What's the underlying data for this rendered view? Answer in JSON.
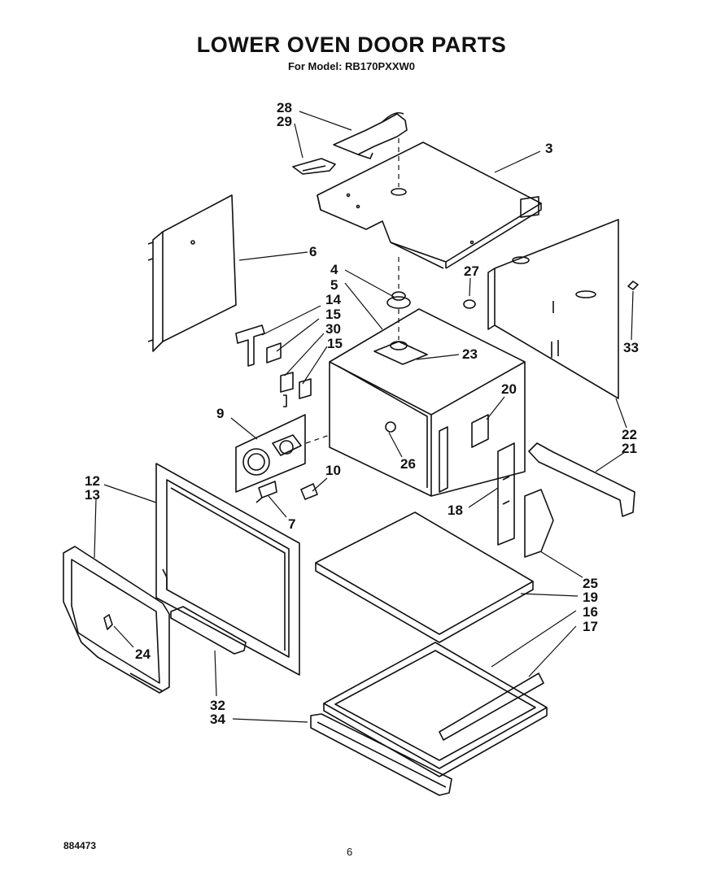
{
  "header": {
    "title": "LOWER OVEN DOOR PARTS",
    "subtitle": "For Model: RB170PXXW0"
  },
  "callouts": {
    "p28": "28",
    "p29": "29",
    "p3": "3",
    "p6": "6",
    "p4": "4",
    "p5": "5",
    "p27": "27",
    "p33": "33",
    "p14": "14",
    "p15a": "15",
    "p30": "30",
    "p15b": "15",
    "p23": "23",
    "p9": "9",
    "p20": "20",
    "p22": "22",
    "p21": "21",
    "p26": "26",
    "p10": "10",
    "p12": "12",
    "p13": "13",
    "p7": "7",
    "p18": "18",
    "p25": "25",
    "p19": "19",
    "p16": "16",
    "p17": "17",
    "p24": "24",
    "p32": "32",
    "p34": "34"
  },
  "footer": {
    "doc_number": "884473",
    "page_number": "6"
  }
}
